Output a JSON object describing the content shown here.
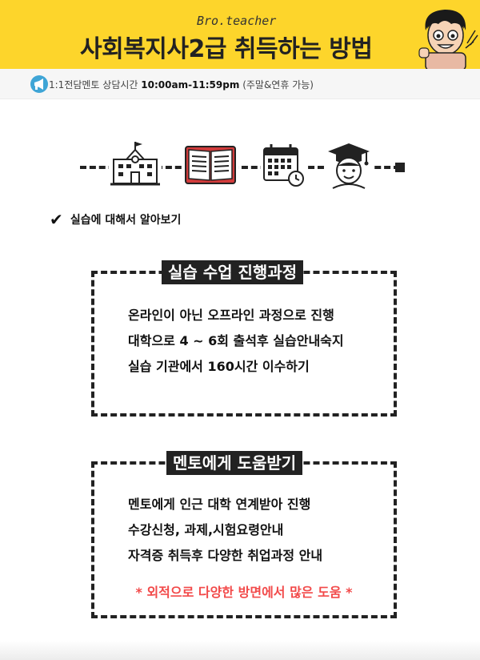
{
  "header": {
    "brand": "Bro.teacher",
    "title": "사회복지사2급 취득하는 방법",
    "accent_color": "#fdd52b"
  },
  "infobar": {
    "icon": "megaphone-icon",
    "label": "1:1전담멘토 상담시간",
    "time": "10:00am-11:59pm",
    "note": "(주말&연휴 가능)"
  },
  "steps": {
    "icons": [
      "school-building-icon",
      "open-book-icon",
      "calendar-clock-icon",
      "graduate-icon"
    ]
  },
  "section": {
    "heading": "실습에 대해서 알아보기"
  },
  "box1": {
    "title": "실습 수업 진행과정",
    "lines": [
      "온라인이 아닌 오프라인 과정으로 진행",
      "대학으로 4 ~ 6회 출석후 실습안내숙지",
      "실습 기관에서 160시간 이수하기"
    ]
  },
  "box2": {
    "title": "멘토에게 도움받기",
    "lines": [
      "멘토에게 인근 대학 연계받아 진행",
      "수강신청, 과제,시험요령안내",
      "자격증 취득후 다양한 취업과정 안내"
    ],
    "highlight": "* 외적으로 다양한 방면에서 많은 도움 *",
    "highlight_color": "#f24a4a"
  }
}
